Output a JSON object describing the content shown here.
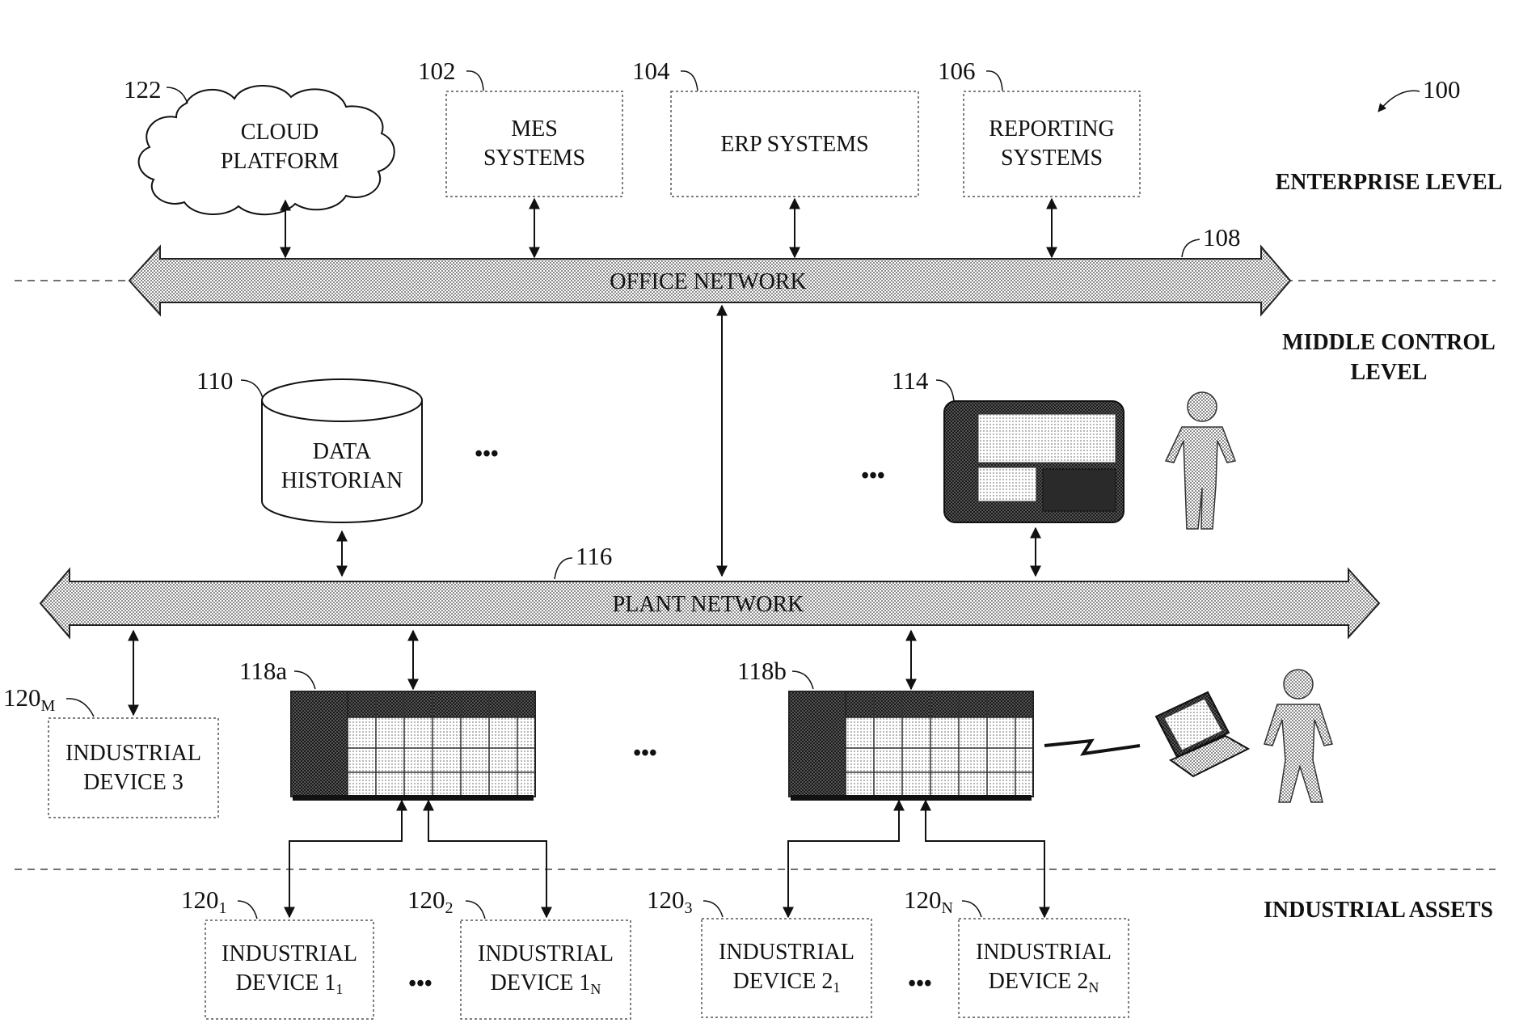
{
  "refs": {
    "r100": "100",
    "r102": "102",
    "r104": "104",
    "r106": "106",
    "r108": "108",
    "r110": "110",
    "r114": "114",
    "r116": "116",
    "r118a": "118a",
    "r118b": "118b",
    "r122": "122",
    "r120m": {
      "base": "120",
      "sub": "M"
    },
    "r120_1": {
      "base": "120",
      "sub": "1"
    },
    "r120_2": {
      "base": "120",
      "sub": "2"
    },
    "r120_3": {
      "base": "120",
      "sub": "3"
    },
    "r120_n": {
      "base": "120",
      "sub": "N"
    }
  },
  "levels": {
    "enterprise": "ENTERPRISE LEVEL",
    "middle_line1": "MIDDLE CONTROL",
    "middle_line2": "LEVEL",
    "industrial_assets": "INDUSTRIAL ASSETS"
  },
  "cloud": {
    "line1": "CLOUD",
    "line2": "PLATFORM"
  },
  "mes": {
    "line1": "MES",
    "line2": "SYSTEMS"
  },
  "erp": {
    "line1": "ERP SYSTEMS"
  },
  "reporting": {
    "line1": "REPORTING",
    "line2": "SYSTEMS"
  },
  "office_network": "OFFICE NETWORK",
  "plant_network": "PLANT NETWORK",
  "historian": {
    "line1": "DATA",
    "line2": "HISTORIAN"
  },
  "device3": {
    "line1": "INDUSTRIAL",
    "line2": "DEVICE 3"
  },
  "dev_1_1": {
    "line1": "INDUSTRIAL",
    "line2": "DEVICE 1",
    "sub": "1"
  },
  "dev_1_n": {
    "line1": "INDUSTRIAL",
    "line2": "DEVICE 1",
    "sub": "N"
  },
  "dev_2_1": {
    "line1": "INDUSTRIAL",
    "line2": "DEVICE 2",
    "sub": "1"
  },
  "dev_2_n": {
    "line1": "INDUSTRIAL",
    "line2": "DEVICE 2",
    "sub": "N"
  },
  "ellipsis": "•••",
  "colors": {
    "hatch": "#9a9a9a",
    "dark": "#3a3a3a",
    "ink": "#111111"
  }
}
